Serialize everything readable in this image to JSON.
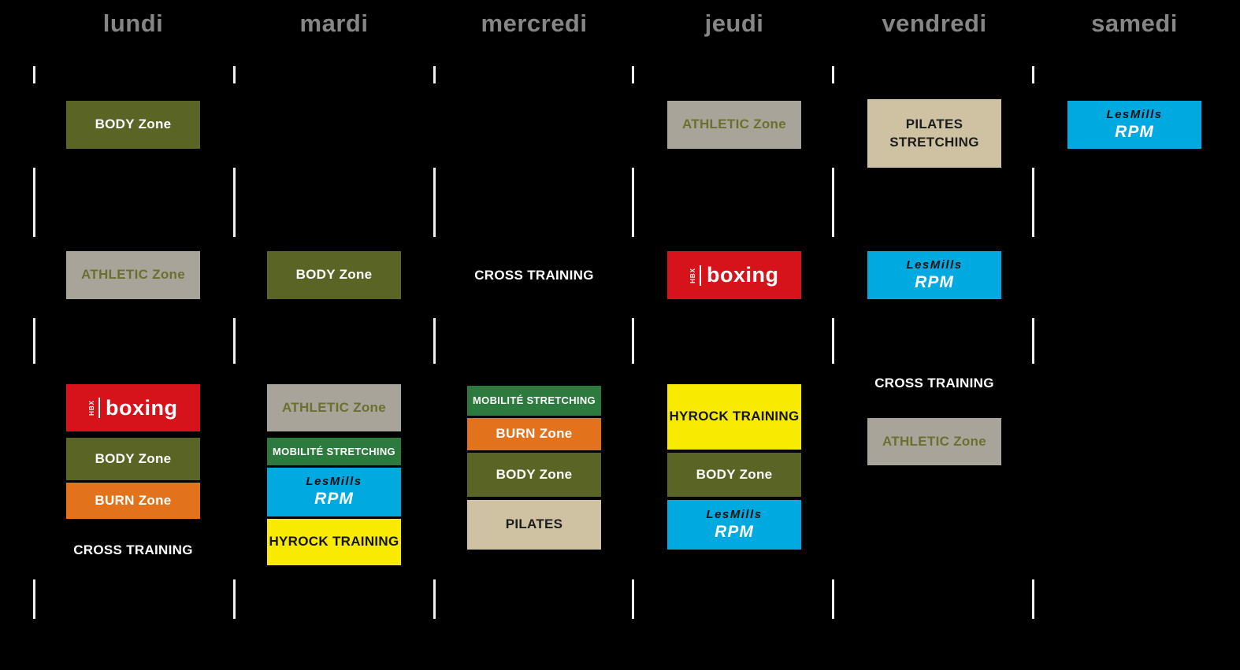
{
  "colors": {
    "background": "#000000",
    "day-header": "#868686",
    "divider": "#f0f0f0",
    "olive": "#5a6424",
    "athletic-bg": "#a8a49a",
    "athletic-text": "#6b7030",
    "boxing-red": "#d6131b",
    "burn-orange": "#e2731c",
    "rpm-blue": "#00a9e0",
    "hyrock-yellow": "#f8ea00",
    "mobilite-green": "#2d7a3f",
    "pilates-tan": "#cec2a2",
    "cross-white": "#ffffff"
  },
  "days": [
    {
      "label": "lundi",
      "events": [
        {
          "kind": "body-zone",
          "label": "BODY Zone"
        },
        {
          "kind": "athletic-zone",
          "label": "ATHLETIC Zone"
        },
        {
          "kind": "hbx-boxing",
          "brand": "HBX",
          "label": "boxing"
        },
        {
          "kind": "body-zone",
          "label": "BODY Zone"
        },
        {
          "kind": "burn-zone",
          "label": "BURN Zone"
        },
        {
          "kind": "cross-training",
          "label": "CROSS TRAINING"
        }
      ]
    },
    {
      "label": "mardi",
      "events": [
        {
          "kind": "body-zone",
          "label": "BODY Zone"
        },
        {
          "kind": "athletic-zone",
          "label": "ATHLETIC Zone"
        },
        {
          "kind": "mobilite-stretching",
          "label": "MOBILITÉ STRETCHING"
        },
        {
          "kind": "lesmills-rpm",
          "brand": "LesMills",
          "label": "RPM"
        },
        {
          "kind": "hyrock-training",
          "label": "HYROCK TRAINING"
        }
      ]
    },
    {
      "label": "mercredi",
      "events": [
        {
          "kind": "cross-training",
          "label": "CROSS TRAINING"
        },
        {
          "kind": "mobilite-stretching",
          "label": "MOBILITÉ STRETCHING"
        },
        {
          "kind": "burn-zone",
          "label": "BURN Zone"
        },
        {
          "kind": "body-zone",
          "label": "BODY Zone"
        },
        {
          "kind": "pilates",
          "label": "PILATES"
        }
      ]
    },
    {
      "label": "jeudi",
      "events": [
        {
          "kind": "athletic-zone",
          "label": "ATHLETIC Zone"
        },
        {
          "kind": "hbx-boxing",
          "brand": "HBX",
          "label": "boxing"
        },
        {
          "kind": "hyrock-training",
          "label": "HYROCK TRAINING"
        },
        {
          "kind": "body-zone",
          "label": "BODY Zone"
        },
        {
          "kind": "lesmills-rpm",
          "brand": "LesMills",
          "label": "RPM"
        }
      ]
    },
    {
      "label": "vendredi",
      "events": [
        {
          "kind": "pilates-stretching",
          "line1": "PILATES",
          "line2": "STRETCHING"
        },
        {
          "kind": "lesmills-rpm",
          "brand": "LesMills",
          "label": "RPM"
        },
        {
          "kind": "cross-training",
          "label": "CROSS TRAINING"
        },
        {
          "kind": "athletic-zone",
          "label": "ATHLETIC Zone"
        }
      ]
    },
    {
      "label": "samedi",
      "events": [
        {
          "kind": "lesmills-rpm",
          "brand": "LesMills",
          "label": "RPM"
        }
      ]
    }
  ]
}
